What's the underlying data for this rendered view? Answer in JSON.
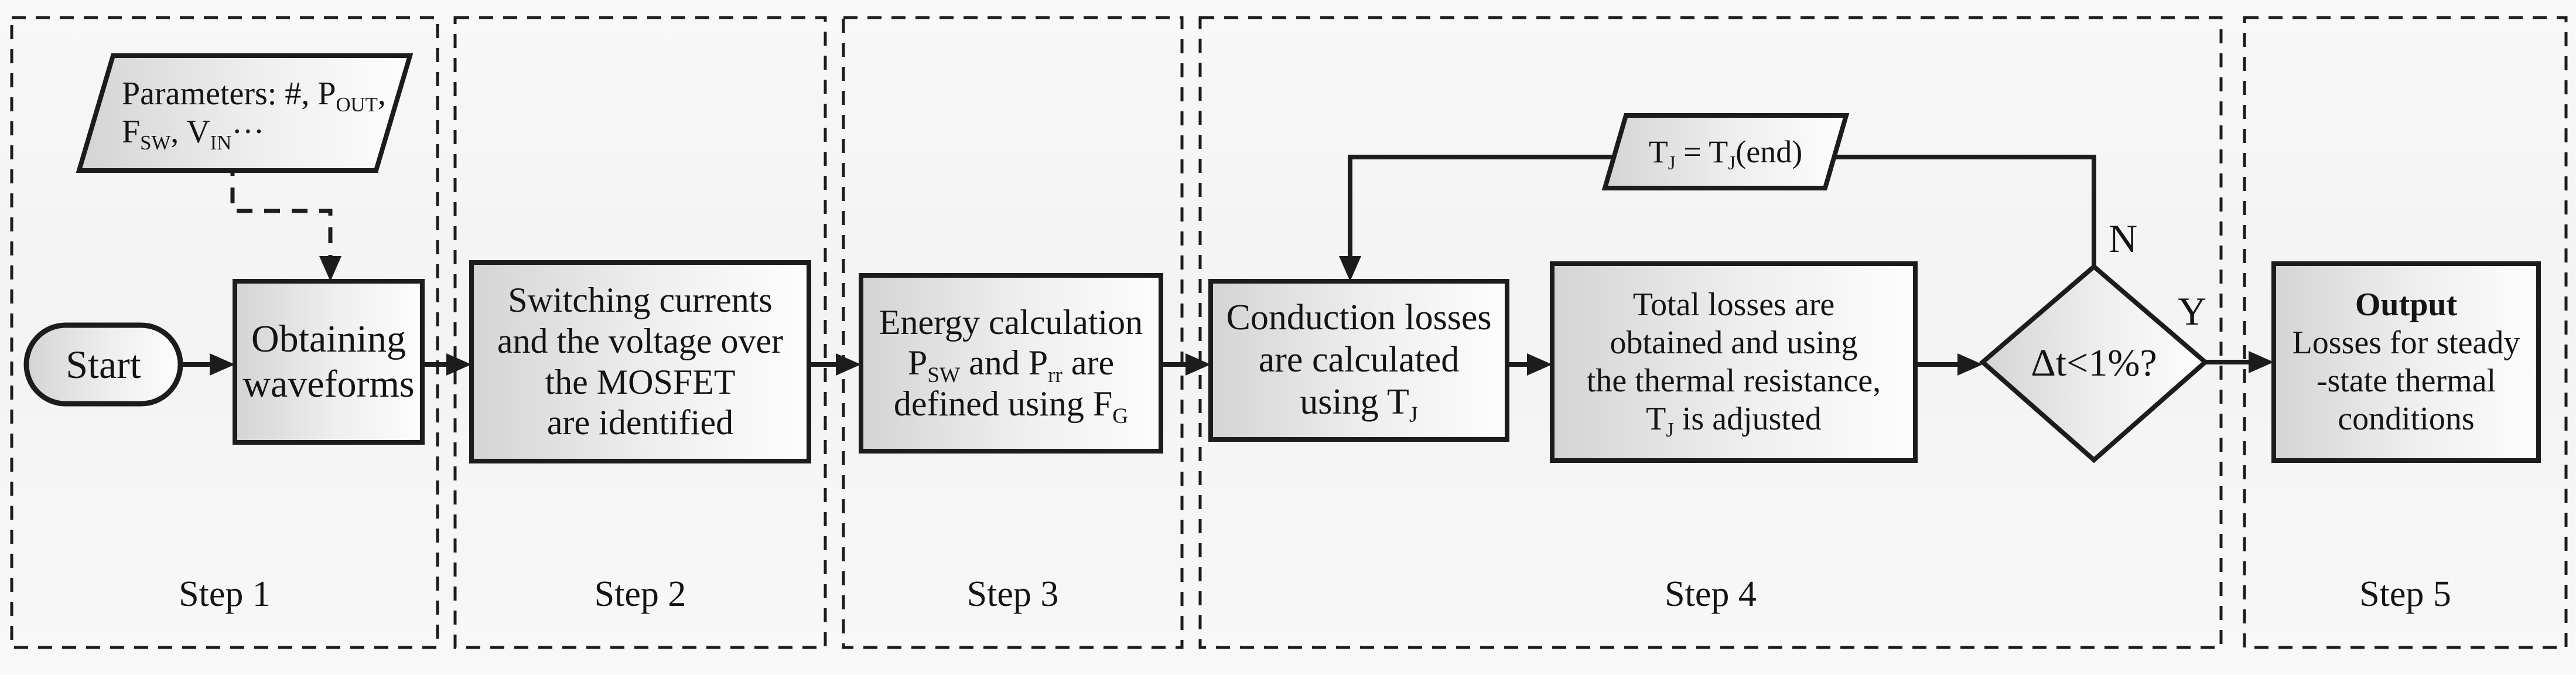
{
  "title": "MOSFET loss calculation flowchart",
  "panels": [
    {
      "label": "Step 1"
    },
    {
      "label": "Step 2"
    },
    {
      "label": "Step 3"
    },
    {
      "label": "Step 4"
    },
    {
      "label": "Step 5"
    }
  ],
  "nodes": {
    "start": {
      "label": "Start",
      "shape": "stadium"
    },
    "parameters": {
      "shape": "parallelogram",
      "lines": [
        "Parameters: #, P~OUT~,",
        "F~SW~, V~IN~···"
      ]
    },
    "obtaining": {
      "shape": "process",
      "lines": [
        "Obtaining",
        "waveforms"
      ]
    },
    "switching": {
      "shape": "process",
      "lines": [
        "Switching currents",
        "and the voltage over",
        "the MOSFET",
        "are identified"
      ]
    },
    "energy": {
      "shape": "process",
      "lines": [
        "Energy calculation",
        "P~SW~ and P~rr~ are",
        "defined using F~G~"
      ]
    },
    "conduction": {
      "shape": "process",
      "lines": [
        "Conduction losses",
        "are calculated",
        "using T~J~"
      ]
    },
    "total": {
      "shape": "process",
      "lines": [
        "Total losses are",
        "obtained and using",
        "the thermal resistance,",
        "T~J~ is adjusted"
      ]
    },
    "decision": {
      "shape": "diamond",
      "label": "Δt<1%?"
    },
    "tj_update": {
      "shape": "parallelogram",
      "lines": [
        "T~J~ = T~J~(end)"
      ]
    },
    "output": {
      "shape": "process",
      "title": "Output",
      "lines": [
        "Losses for steady",
        "-state thermal",
        "conditions"
      ]
    }
  },
  "edge_labels": {
    "no": "N",
    "yes": "Y"
  },
  "colors": {
    "stroke": "#1c1c1c",
    "shape_fill_left": "#d4d4d4",
    "shape_fill_right": "#fdfdfd",
    "background": "#f6f6f6"
  }
}
